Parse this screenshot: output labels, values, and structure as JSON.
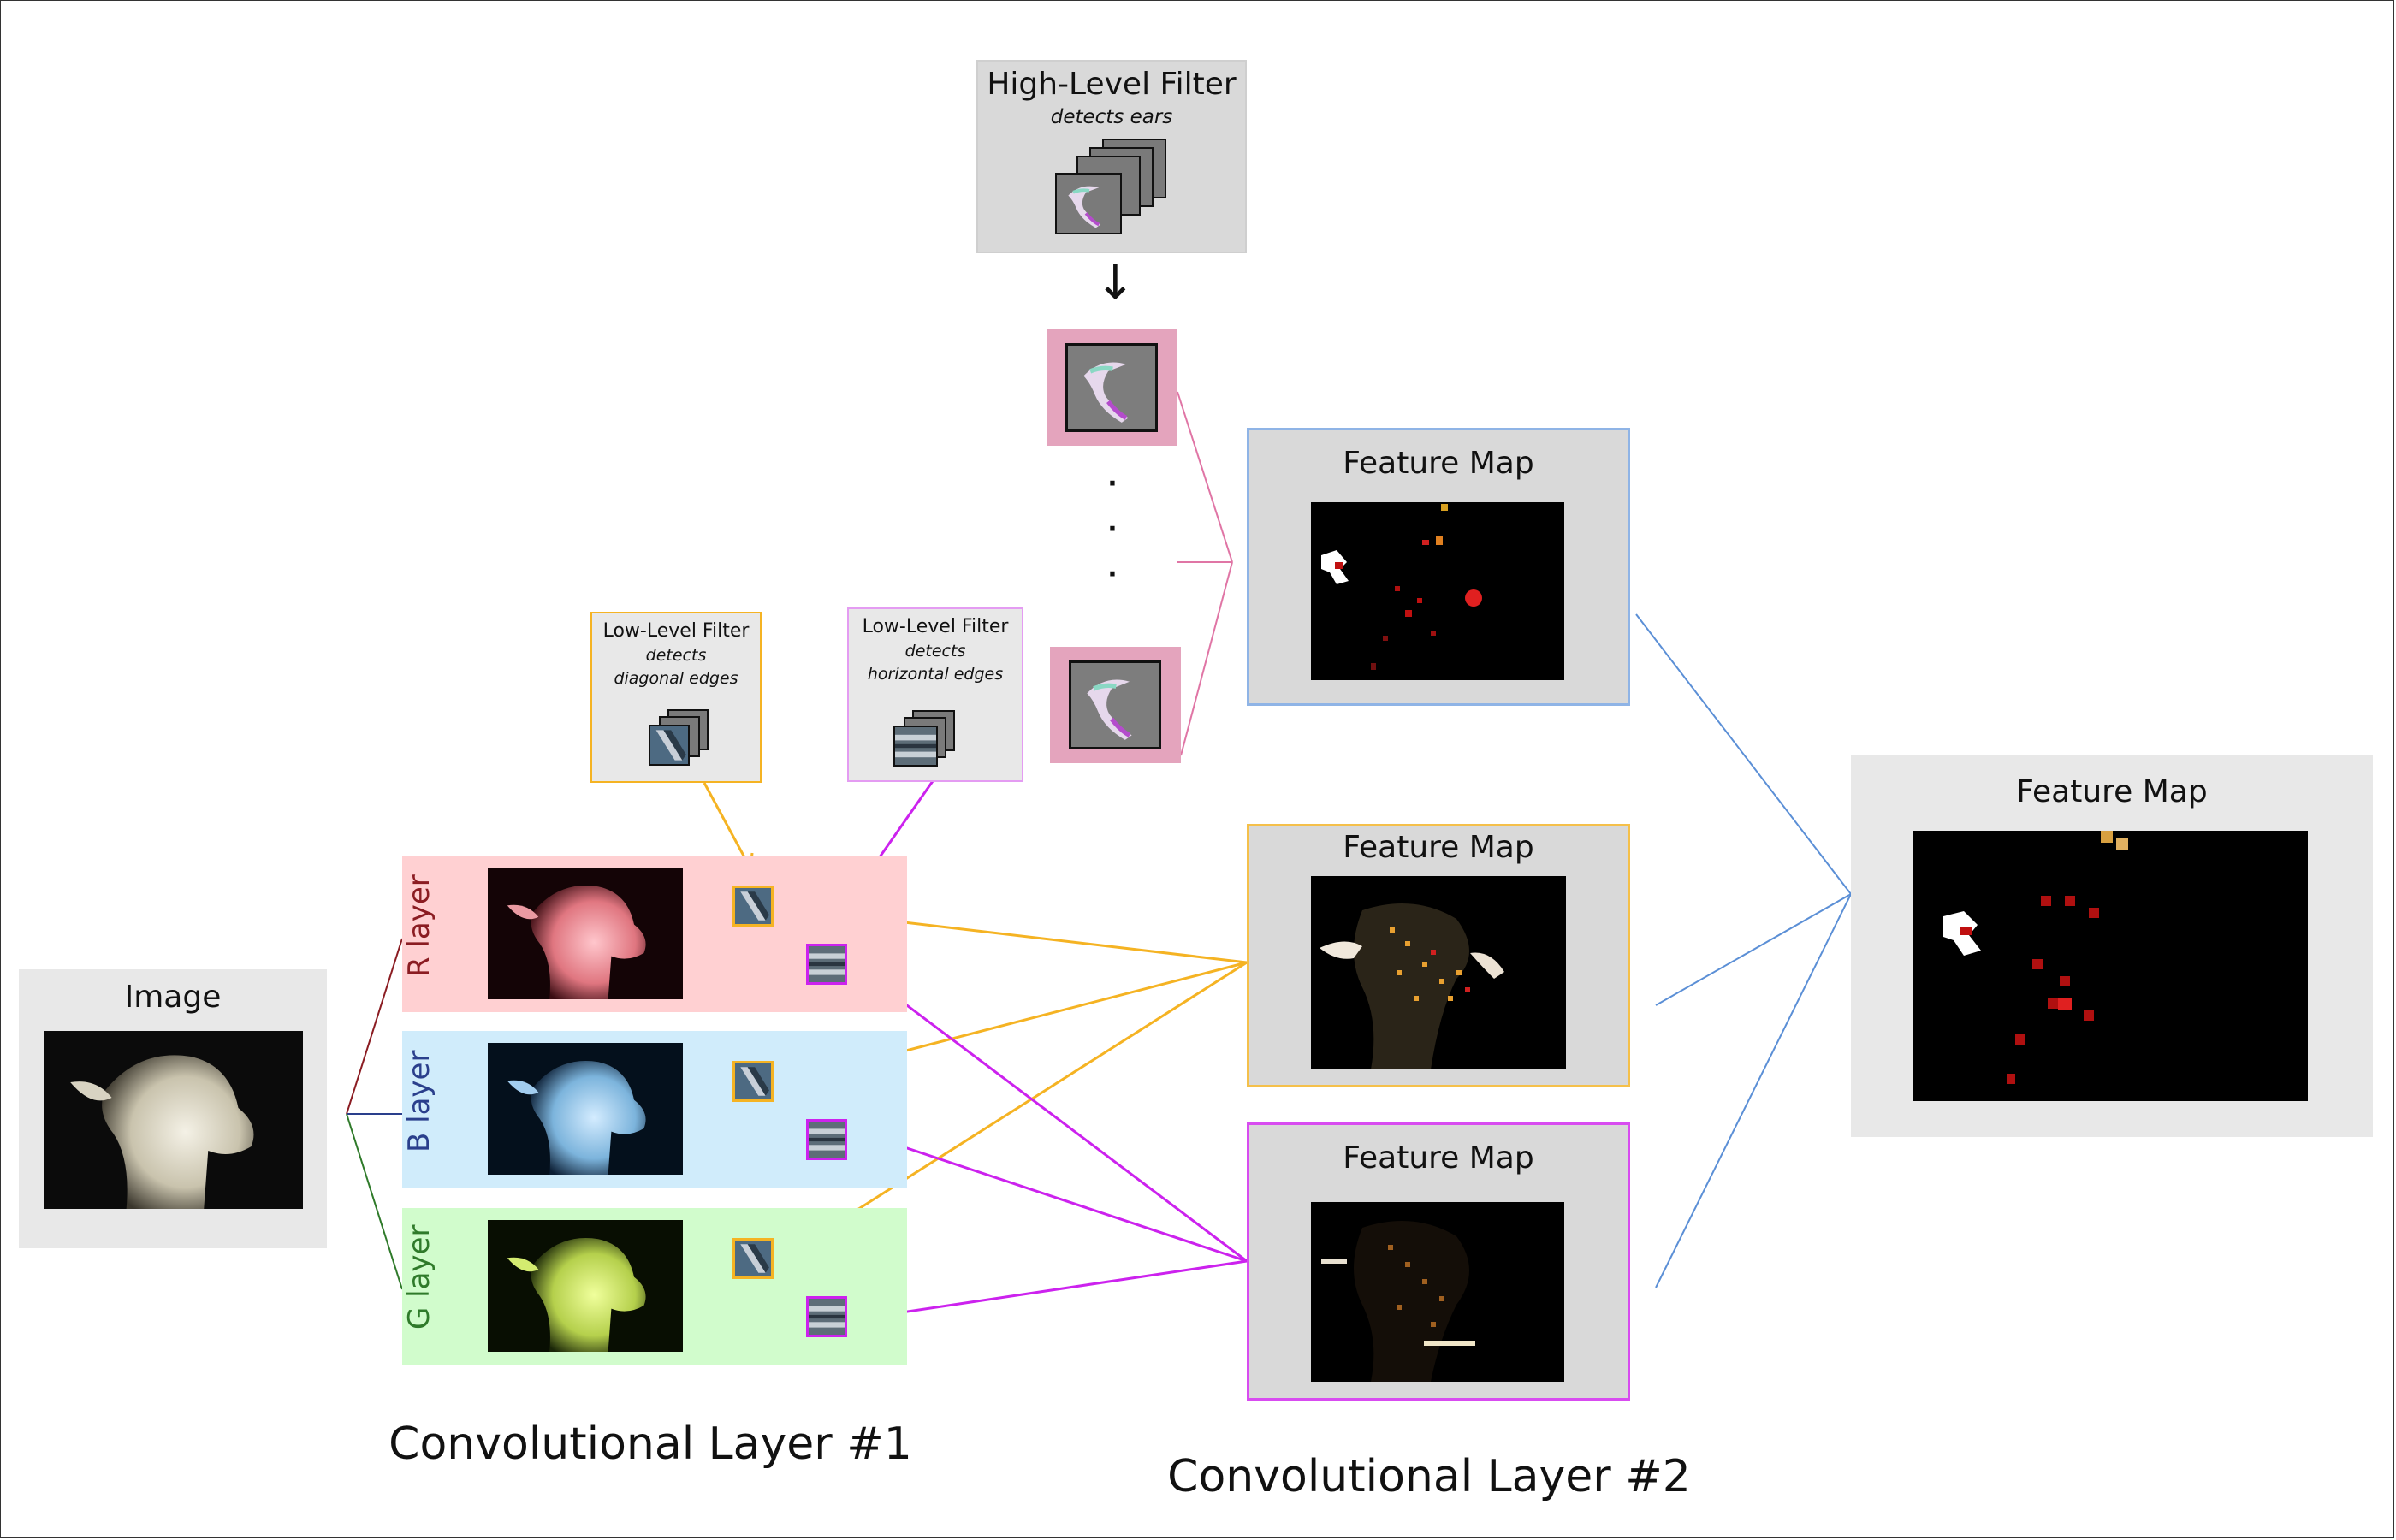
{
  "image_panel": {
    "title": "Image"
  },
  "layers": {
    "r_label": "R layer",
    "b_label": "B layer",
    "g_label": "G layer"
  },
  "low_filter_diag": {
    "title": "Low-Level Filter",
    "caption": "detects diagonal edges"
  },
  "low_filter_horiz": {
    "title": "Low-Level Filter",
    "caption": "detects horizontal edges"
  },
  "high_filter": {
    "title": "High-Level Filter",
    "caption": "detects ears"
  },
  "arrow_symbol": "↓",
  "ellipsis": [
    "·",
    "·",
    "·"
  ],
  "feature_maps": {
    "blue": "Feature Map",
    "orange": "Feature Map",
    "purple": "Feature Map",
    "final": "Feature Map"
  },
  "captions": {
    "conv1": "Convolutional Layer #1",
    "conv2": "Convolutional Layer #2"
  },
  "colors": {
    "orange": "#f5b323",
    "purple": "#cc22ee",
    "blue_line": "#5b8fd6",
    "pink_line": "#e075a5",
    "r_bg": "#ffd0d2",
    "b_bg": "#d0ecfb",
    "g_bg": "#d1fccc",
    "panel_gray": "#d9d9d9",
    "panel_light": "#e8e8e8"
  }
}
